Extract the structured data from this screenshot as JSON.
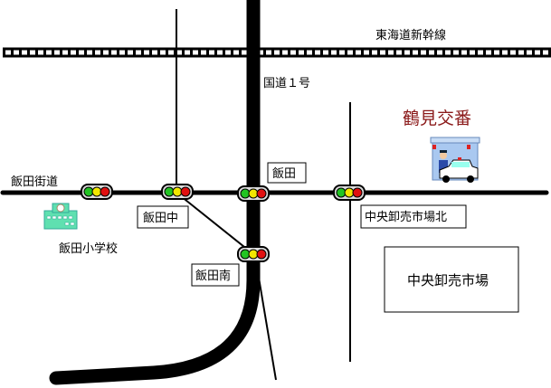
{
  "railway": {
    "label": "東海道新幹線"
  },
  "route1": {
    "label": "国道１号"
  },
  "street": {
    "label": "飯田街道"
  },
  "intersections": [
    {
      "label": "飯田"
    },
    {
      "label": "飯田中"
    },
    {
      "label": "中央卸売市場北"
    },
    {
      "label": "飯田南"
    }
  ],
  "landmarks": {
    "market": "中央卸売市場",
    "school": "飯田小学校",
    "police_box": "鶴見交番"
  },
  "colors": {
    "police_label": "#8b1a1a",
    "signal_green": "#22c422",
    "signal_yellow": "#f2e600",
    "signal_red": "#e01010",
    "school": "#5fe0b0"
  }
}
